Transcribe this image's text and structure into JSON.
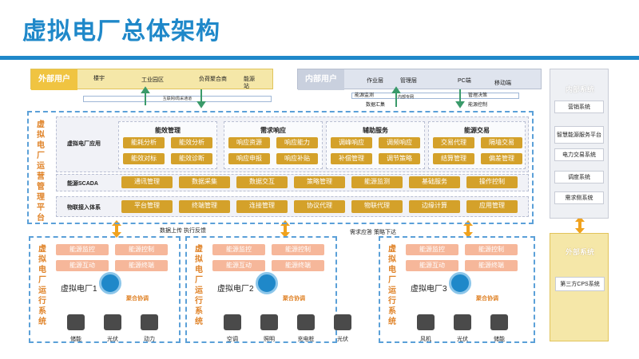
{
  "title": "虚拟电厂总体架构",
  "external_users": {
    "label": "外部用户",
    "items": [
      "楼宇",
      "工业园区",
      "负荷聚合商",
      "能源站"
    ],
    "network": "互联网/局采通道"
  },
  "internal_users": {
    "label": "内部用户",
    "items": [
      "作业层",
      "管理层",
      "PC端",
      "移动端"
    ],
    "sub": [
      "能源监测",
      "内部专网",
      "管理决策",
      "数据汇集",
      "能源控制"
    ]
  },
  "platform": {
    "label": "虚拟电厂运营管理平台",
    "app_label": "虚拟电厂应用",
    "groups": [
      {
        "title": "能效管理",
        "items": [
          "能耗分析",
          "能效分析",
          "能效对标",
          "能效诊断"
        ]
      },
      {
        "title": "需求响应",
        "items": [
          "响应资源",
          "响应能力",
          "响应申报",
          "响应补贴"
        ]
      },
      {
        "title": "辅助服务",
        "items": [
          "调峰响应",
          "调频响应",
          "补偿管理",
          "调节策略"
        ]
      },
      {
        "title": "能源交易",
        "items": [
          "交易代理",
          "隔墙交易",
          "结算管理",
          "偏差管理"
        ]
      }
    ],
    "scada_label": "能源SCADA",
    "scada_items": [
      "通讯管理",
      "数据采集",
      "数据交互",
      "策略管理",
      "能源监测",
      "基础服务",
      "操作控制"
    ],
    "iot_label": "物联接入体系",
    "iot_items": [
      "平台管理",
      "终端管理",
      "连接管理",
      "协议代理",
      "物联代理",
      "边缘计算",
      "应用管理"
    ]
  },
  "flow": {
    "up": "数据上传 执行反馈",
    "down": "需求应答 策略下达"
  },
  "run_label": "虚拟电厂运行系统",
  "plants": [
    {
      "name": "虚拟电厂1",
      "funcs": [
        "能源监控",
        "能源控制",
        "能源互动",
        "能源终端"
      ],
      "coop": "聚合协调",
      "equip": [
        "储能",
        "光伏",
        "动力"
      ]
    },
    {
      "name": "虚拟电厂2",
      "funcs": [
        "能源监控",
        "能源控制",
        "能源互动",
        "能源终端"
      ],
      "coop": "聚合协调",
      "equip": [
        "空调",
        "照明",
        "充电桩",
        "光伏"
      ]
    },
    {
      "name": "虚拟电厂3",
      "funcs": [
        "能源监控",
        "能源控制",
        "能源互动",
        "能源终端"
      ],
      "coop": "聚合协调",
      "equip": [
        "风机",
        "光伏",
        "储能"
      ]
    }
  ],
  "internal_systems": {
    "label": "内部系统",
    "items": [
      "营销系统",
      "智慧能源服务平台",
      "电力交易系统",
      "调度系统",
      "需求侧系统"
    ]
  },
  "external_systems": {
    "label": "外部系统",
    "items": [
      "第三方CPS系统"
    ]
  },
  "colors": {
    "blue": "#1f88c9",
    "gold": "#d4a12a",
    "salmon": "#f6b79a",
    "orange": "#e0842a"
  }
}
